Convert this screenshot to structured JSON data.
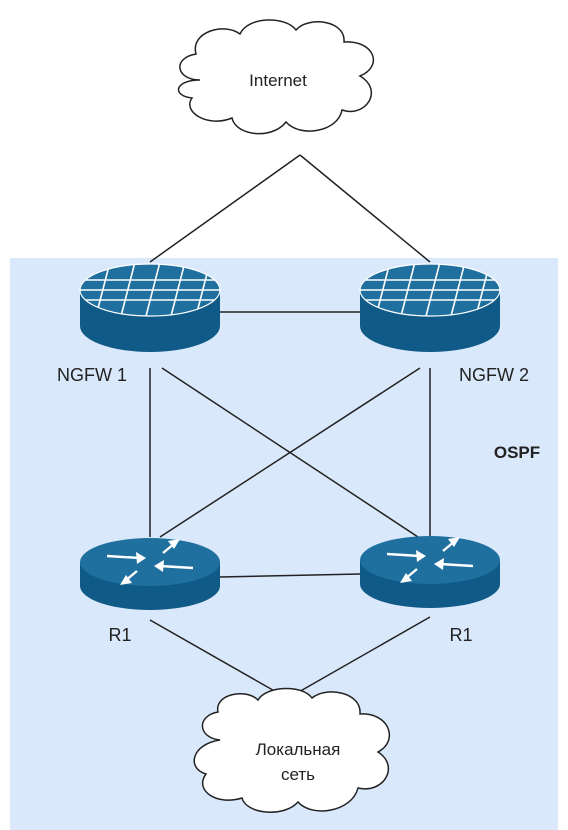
{
  "colors": {
    "zone_fill": "#dae8fc",
    "device_top": "#1f6f9f",
    "device_body": "#0f5a86",
    "device_stroke": "#ffffff",
    "link": "#222222",
    "cloud_fill": "#ffffff",
    "cloud_stroke": "#222222"
  },
  "zone": {
    "label": "OSPF"
  },
  "nodes": {
    "internet": {
      "label": "Internet",
      "icon": "cloud-icon"
    },
    "ngfw1": {
      "label": "NGFW 1",
      "icon": "firewall-icon"
    },
    "ngfw2": {
      "label": "NGFW 2",
      "icon": "firewall-icon"
    },
    "r1_left": {
      "label": "R1",
      "icon": "router-icon"
    },
    "r1_right": {
      "label": "R1",
      "icon": "router-icon"
    },
    "lan": {
      "label_line1": "Локальная",
      "label_line2": "сеть",
      "icon": "cloud-icon"
    }
  }
}
